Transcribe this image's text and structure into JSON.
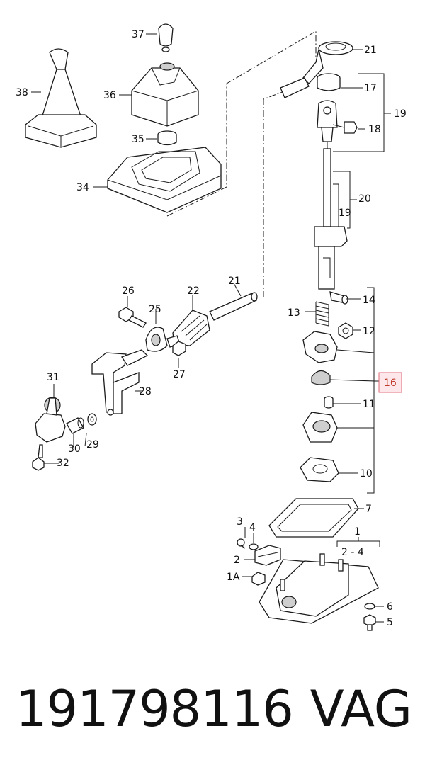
{
  "diagram": {
    "labels": [
      "37",
      "38",
      "36",
      "35",
      "34",
      "21",
      "17",
      "19",
      "18",
      "20",
      "19",
      "14",
      "13",
      "12",
      "16",
      "11",
      "10",
      "7",
      "3",
      "4",
      "1",
      "2 - 4",
      "2",
      "1A",
      "6",
      "5",
      "26",
      "25",
      "22",
      "21",
      "27",
      "28",
      "31",
      "30",
      "29",
      "32"
    ]
  },
  "footer": {
    "part_number": "191798116",
    "brand": "VAG"
  }
}
